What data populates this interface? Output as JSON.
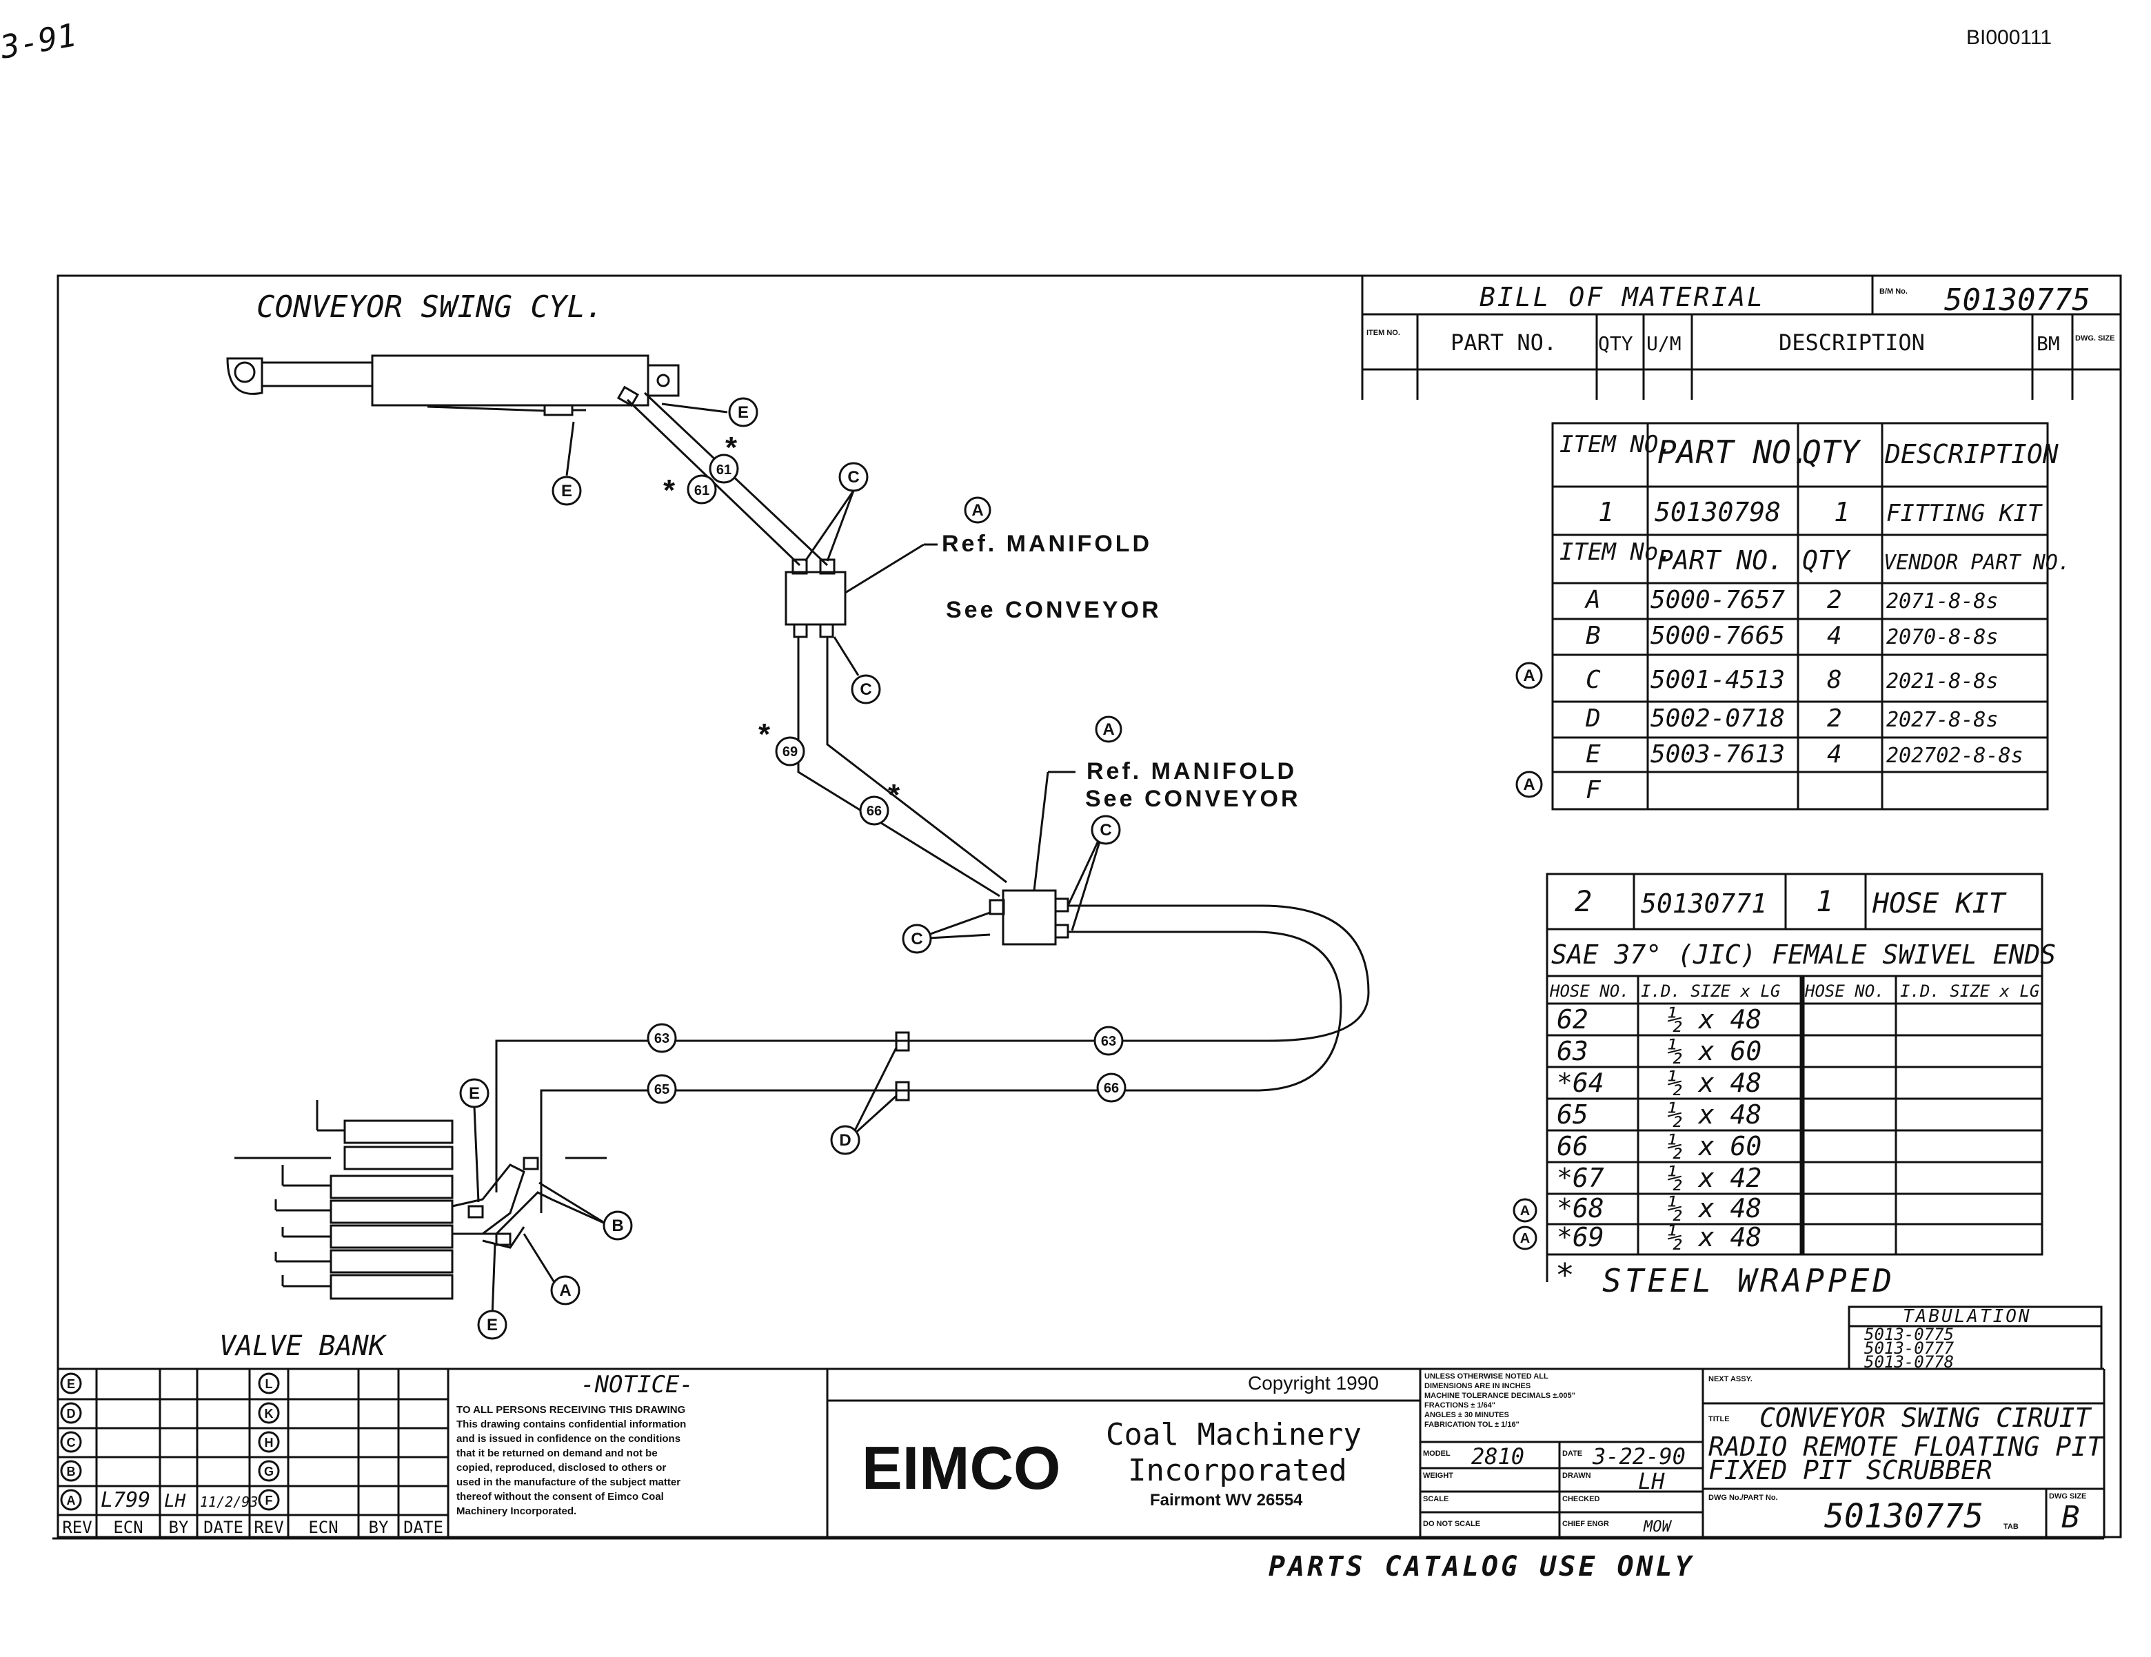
{
  "top_marks": {
    "corner_scribble": "3-91",
    "doc_id": "BI000111"
  },
  "diagram": {
    "title": "CONVEYOR SWING CYL.",
    "manifold_ref_1": "Ref. MANIFOLD",
    "see_conveyor_1": "See CONVEYOR",
    "manifold_ref_2": "Ref. MANIFOLD",
    "see_conveyor_2": "See CONVEYOR",
    "valve_bank": "VALVE BANK",
    "rev_mark": "A",
    "fitting_labels": {
      "A": "A",
      "B": "B",
      "C": "C",
      "D": "D",
      "E": "E"
    },
    "hose_labels": {
      "h61": "61",
      "h63": "63",
      "h65": "65",
      "h66": "66",
      "h69": "69"
    },
    "star": "*"
  },
  "bom": {
    "title": "BILL OF MATERIAL",
    "bm_no_label": "B/M No.",
    "bm_no": "50130775",
    "headers": [
      "ITEM NO.",
      "PART NO.",
      "QTY",
      "U/M",
      "DESCRIPTION",
      "BM",
      "DWG. SIZE"
    ]
  },
  "kit_table": {
    "headers": [
      "ITEM NO.",
      "PART NO.",
      "QTY",
      "DESCRIPTION"
    ],
    "item": [
      "1",
      "50130798",
      "1",
      "FITTING KIT"
    ],
    "sub_headers": [
      "ITEM No.",
      "PART NO.",
      "QTY",
      "VENDOR PART NO."
    ],
    "rows": [
      [
        "A",
        "5000-7657",
        "2",
        "2071-8-8s"
      ],
      [
        "B",
        "5000-7665",
        "4",
        "2070-8-8s"
      ],
      [
        "C",
        "5001-4513",
        "8",
        "2021-8-8s"
      ],
      [
        "D",
        "5002-0718",
        "2",
        "2027-8-8s"
      ],
      [
        "E",
        "5003-7613",
        "4",
        "202702-8-8s"
      ],
      [
        "F",
        "",
        "",
        ""
      ]
    ]
  },
  "hose_table": {
    "item": [
      "2",
      "50130771",
      "1",
      "HOSE KIT"
    ],
    "sae": "SAE 37° (JIC) FEMALE SWIVEL ENDS",
    "headers": [
      "HOSE NO.",
      "I.D. SIZE x LG",
      "HOSE NO.",
      "I.D. SIZE x LG"
    ],
    "rows": [
      [
        "62",
        "½ x 48"
      ],
      [
        "63",
        "½ x 60"
      ],
      [
        "*64",
        "½ x 48"
      ],
      [
        "65",
        "½ x 48"
      ],
      [
        "66",
        "½ x 60"
      ],
      [
        "*67",
        "½ x 42"
      ],
      [
        "*68",
        "½ x 48"
      ],
      [
        "*69",
        "½ x 48"
      ]
    ],
    "steel_note": "STEEL WRAPPED"
  },
  "tabulation": {
    "title": "TABULATION",
    "rows": [
      "5013-0775",
      "5013-0777",
      "5013-0778"
    ]
  },
  "title_block": {
    "rev_letters_left": [
      "E",
      "D",
      "C",
      "B",
      "A"
    ],
    "rev_letters_right": [
      "L",
      "K",
      "H",
      "G",
      "F"
    ],
    "rev_a": {
      "ecn": "L799",
      "by": "LH",
      "date": "11/2/93"
    },
    "rev_headers": [
      "REV",
      "ECN",
      "BY",
      "DATE",
      "REV",
      "ECN",
      "BY",
      "DATE"
    ],
    "notice_title": "-NOTICE-",
    "notice_lines": [
      "TO ALL PERSONS RECEIVING THIS DRAWING",
      "This drawing contains confidential information",
      "and is issued in confidence on the conditions",
      "that it be returned on demand and not be",
      "copied, reproduced, disclosed to others or",
      "used in the manufacture of the subject matter",
      "thereof without the consent of Eimco Coal",
      "Machinery Incorporated."
    ],
    "copyright": "Copyright 1990",
    "logo": "EIMCO",
    "company_1": "Coal Machinery",
    "company_2": "Incorporated",
    "company_3": "Fairmont WV 26554",
    "tolerance_lines": [
      "UNLESS OTHERWISE NOTED ALL",
      "DIMENSIONS ARE IN INCHES",
      "MACHINE TOLERANCE DECIMALS ±.005\"",
      "FRACTIONS ± 1/64\"",
      "ANGLES ± 30 MINUTES",
      "FABRICATION TOL ± 1/16\""
    ],
    "model_label": "MODEL",
    "model": "2810",
    "date_label": "DATE",
    "date": "3-22-90",
    "weight_label": "WEIGHT",
    "drawn_label": "DRAWN",
    "drawn": "LH",
    "scale_label": "SCALE",
    "checked_label": "CHECKED",
    "do_not_scale": "DO NOT SCALE",
    "chief_eng_label": "CHIEF ENGR",
    "chief_eng": "MOW",
    "next_assy": "NEXT ASSY.",
    "title_label": "TITLE",
    "title_1": "CONVEYOR SWING CIRUIT",
    "title_2": "RADIO REMOTE FLOATING PIT",
    "title_3": "FIXED PIT     SCRUBBER",
    "dwg_no_label": "DWG No./PART No.",
    "dwg_no": "50130775",
    "tab": "TAB",
    "dwg_size_label": "DWG SIZE",
    "dwg_size": "B"
  },
  "footer": "PARTS CATALOG USE ONLY"
}
